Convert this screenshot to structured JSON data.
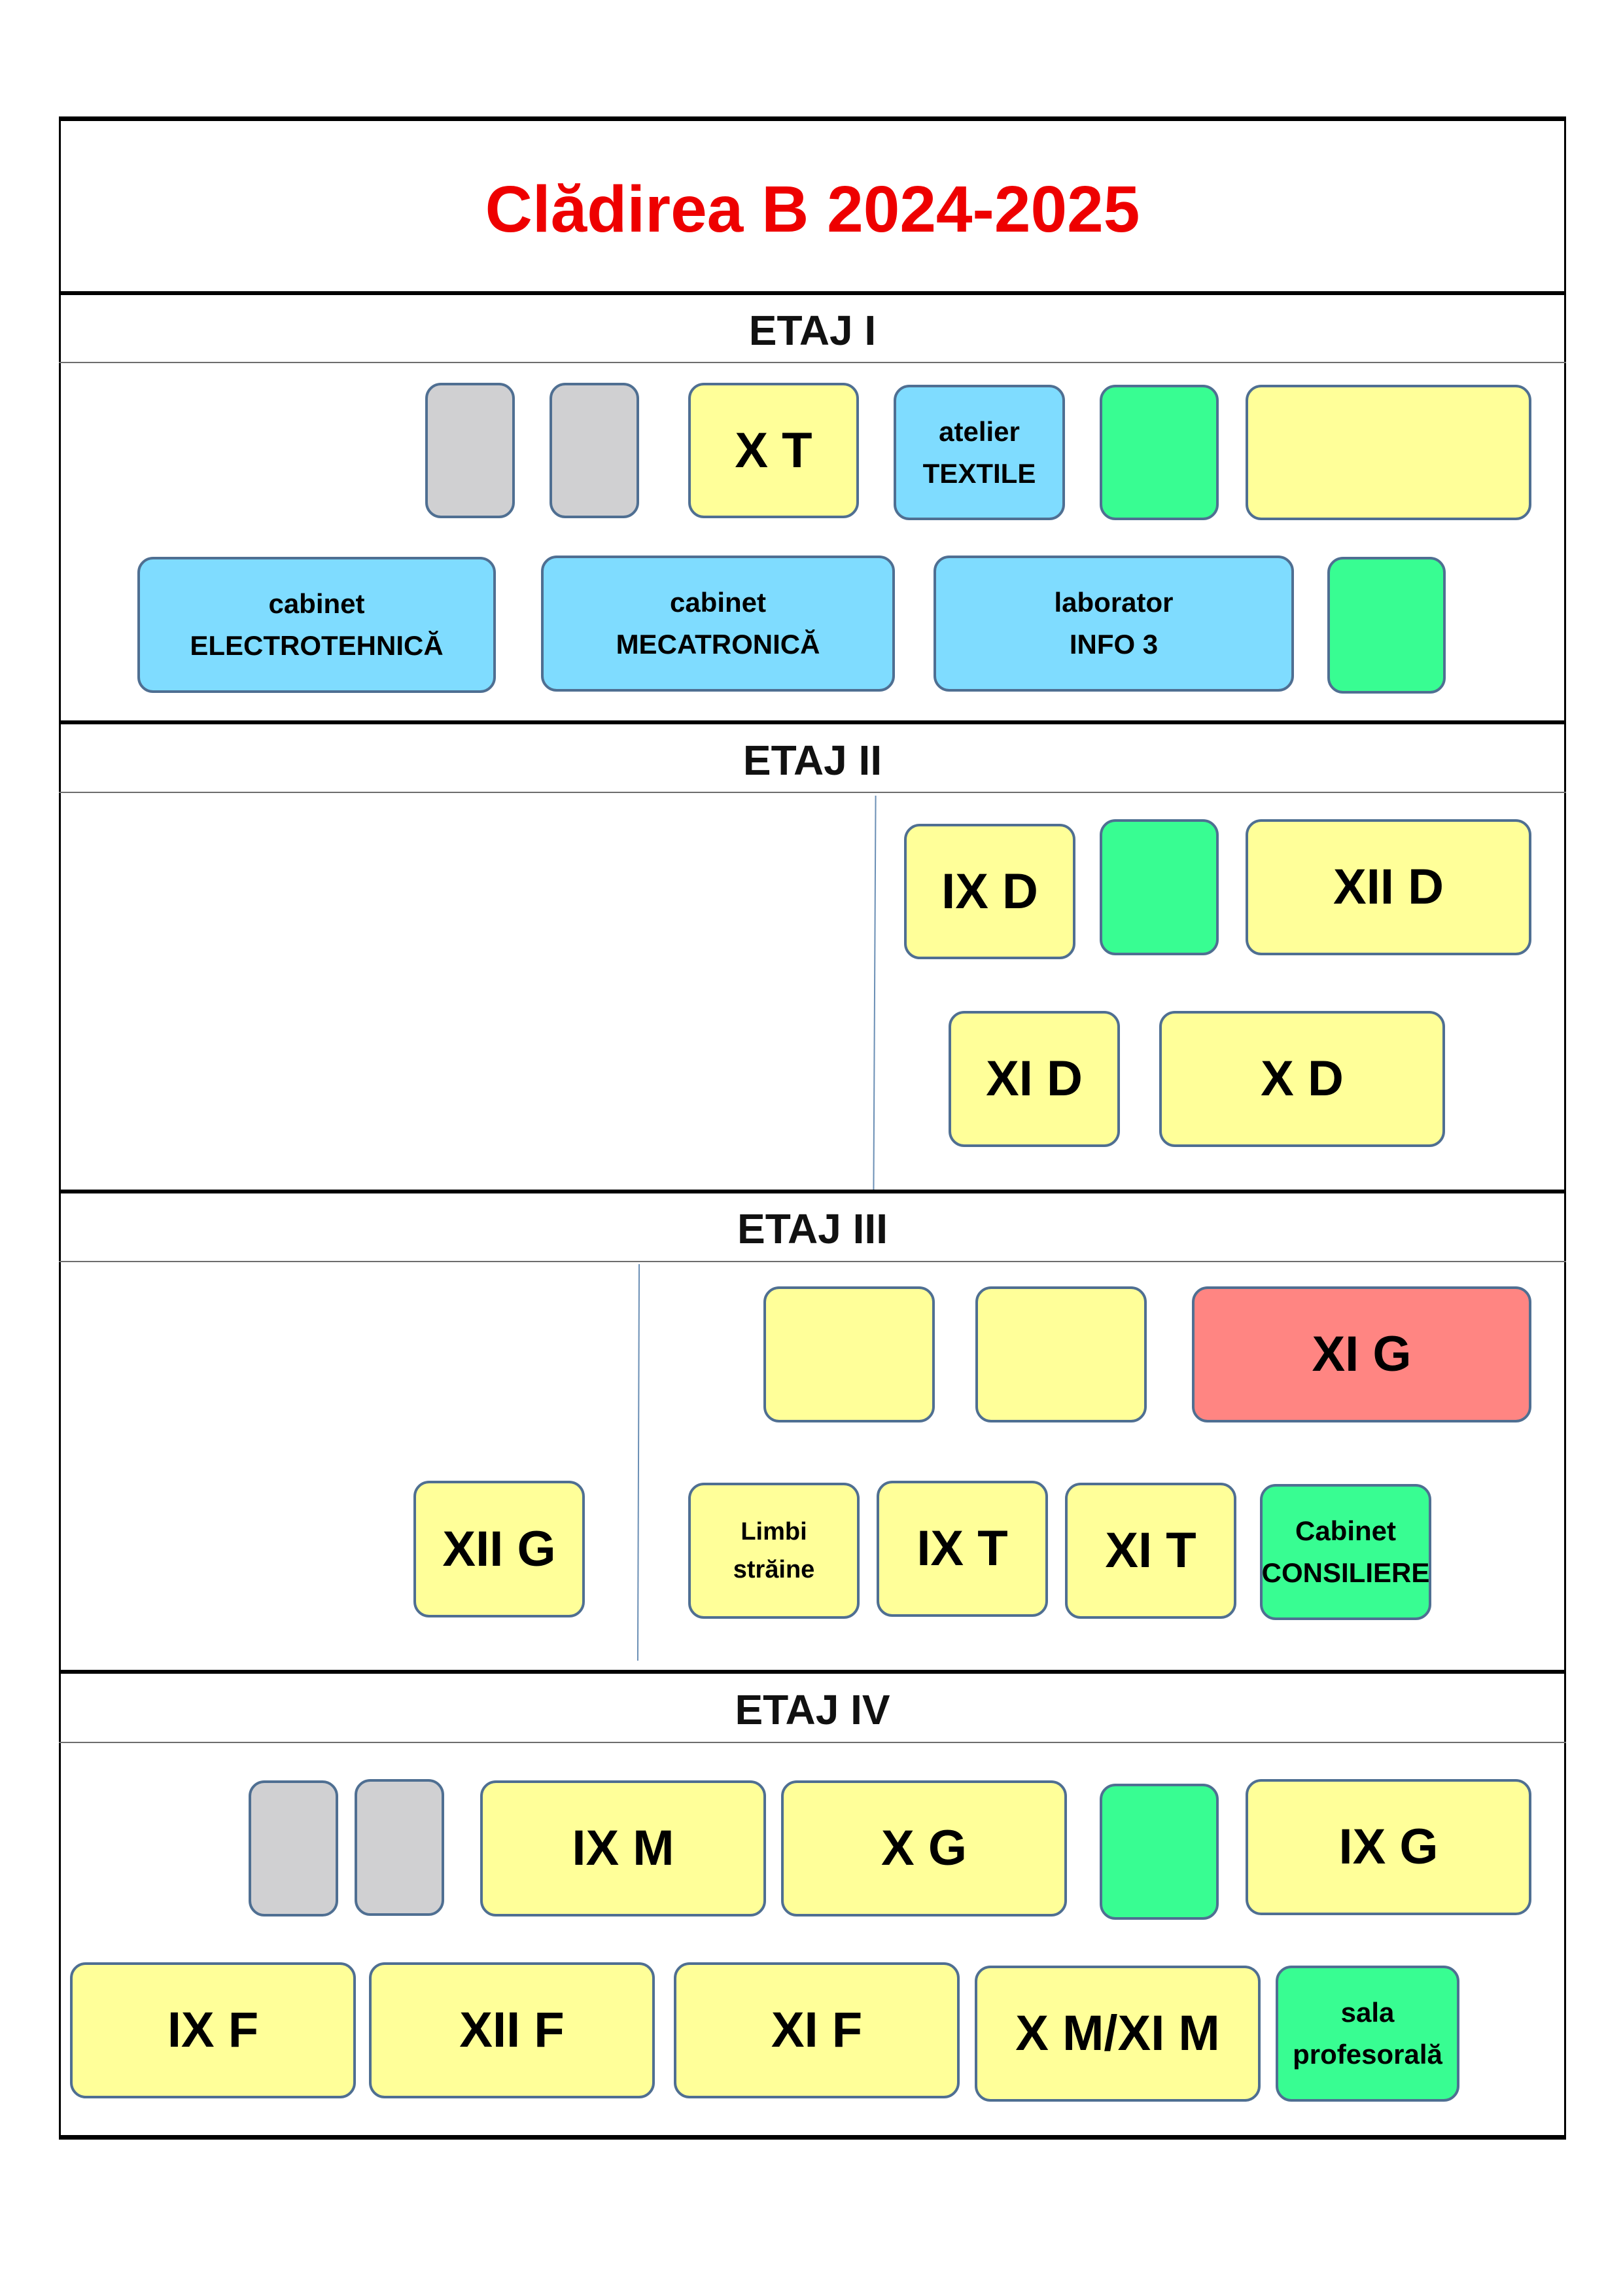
{
  "title": "Clădirea B  2024-2025",
  "floors": [
    {
      "label": "ETAJ I"
    },
    {
      "label": "ETAJ II"
    },
    {
      "label": "ETAJ III"
    },
    {
      "label": "ETAJ IV"
    }
  ],
  "colors": {
    "title": "#ee0000",
    "class_room": "#ffff99",
    "cabinet": "#7fdcff",
    "toilet": "#38fd92",
    "storage": "#d0d0d2",
    "highlight": "#ff8582",
    "border": "#4f6f92"
  },
  "rooms": {
    "e1_xt": {
      "l1": "X T"
    },
    "e1_atelier": {
      "l1": "atelier",
      "l2": "TEXTILE"
    },
    "e1_electro": {
      "l1": "cabinet",
      "l2": "ELECTROTEHNICĂ"
    },
    "e1_meca": {
      "l1": "cabinet",
      "l2": "MECATRONICĂ"
    },
    "e1_info": {
      "l1": "laborator",
      "l2": "INFO 3"
    },
    "e2_ixd": {
      "l1": "IX D"
    },
    "e2_xiid": {
      "l1": "XII D"
    },
    "e2_xid": {
      "l1": "XI D"
    },
    "e2_xd": {
      "l1": "X D"
    },
    "e3_xig": {
      "l1": "XI G"
    },
    "e3_xiig": {
      "l1": "XII G"
    },
    "e3_limbi": {
      "l1": "Limbi",
      "l2": "străine"
    },
    "e3_ixt": {
      "l1": "IX T"
    },
    "e3_xit": {
      "l1": "XI T"
    },
    "e3_consiliere": {
      "l1": "Cabinet",
      "l2": "CONSILIERE"
    },
    "e4_ixm": {
      "l1": "IX M"
    },
    "e4_xg": {
      "l1": "X G"
    },
    "e4_ixg": {
      "l1": "IX G"
    },
    "e4_ixf": {
      "l1": "IX F"
    },
    "e4_xiif": {
      "l1": "XII F"
    },
    "e4_xif": {
      "l1": "XI F"
    },
    "e4_xmxim": {
      "l1": "X M/XI M"
    },
    "e4_sala": {
      "l1": "sala",
      "l2": "profesorală"
    }
  }
}
